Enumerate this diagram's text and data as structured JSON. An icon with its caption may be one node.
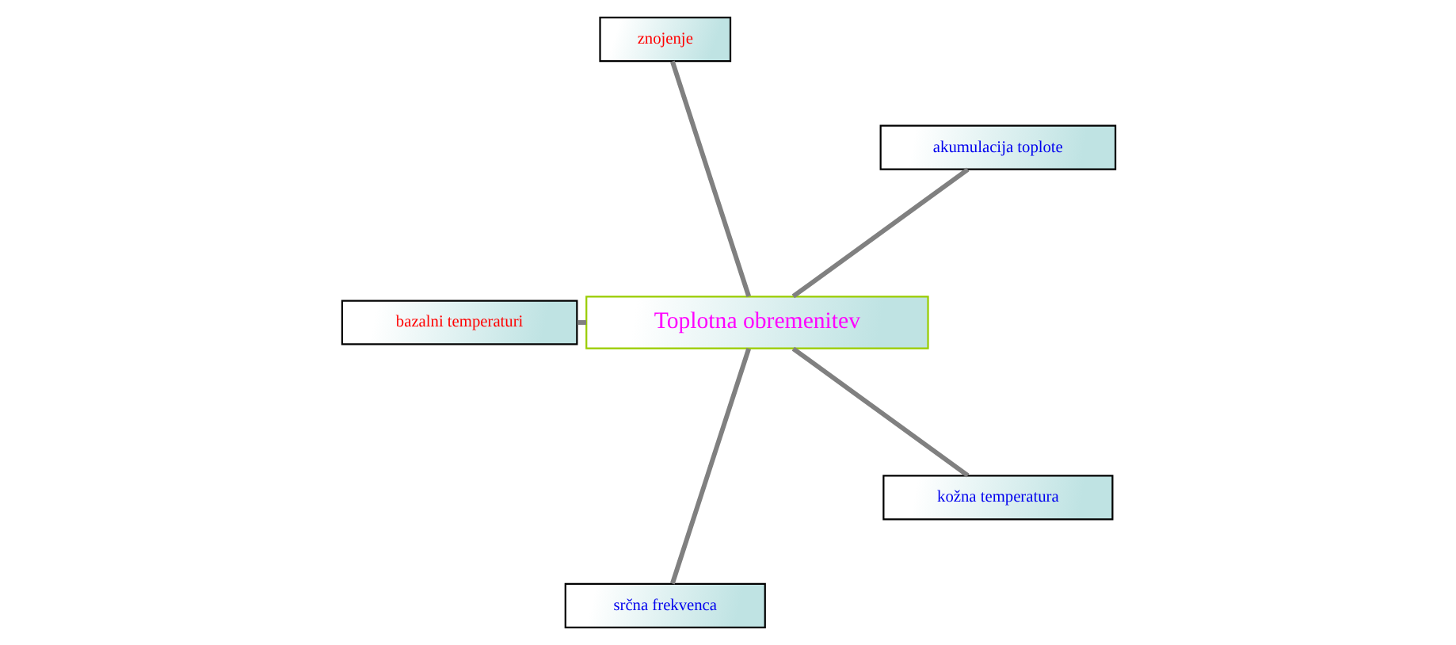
{
  "diagram": {
    "nodes": [
      {
        "text": [
          "Toplotna obremenitev"
        ]
      },
      {
        "text": [
          "akumulacija toplote"
        ]
      },
      {
        "text": [
          "znojenje"
        ]
      },
      {
        "text": [
          "bazalni temperaturi"
        ]
      },
      {
        "text": [
          "srčna frekvenca"
        ]
      },
      {
        "text": [
          "kožna temperatura"
        ]
      }
    ],
    "edges": [
      {
        "from": 0,
        "to": 1,
        "arrow": "none"
      },
      {
        "from": 0,
        "to": 2,
        "arrow": "none"
      },
      {
        "from": 0,
        "to": 3,
        "arrow": "none"
      },
      {
        "from": 0,
        "to": 4,
        "arrow": "none"
      },
      {
        "from": 0,
        "to": 5,
        "arrow": "none"
      }
    ]
  }
}
